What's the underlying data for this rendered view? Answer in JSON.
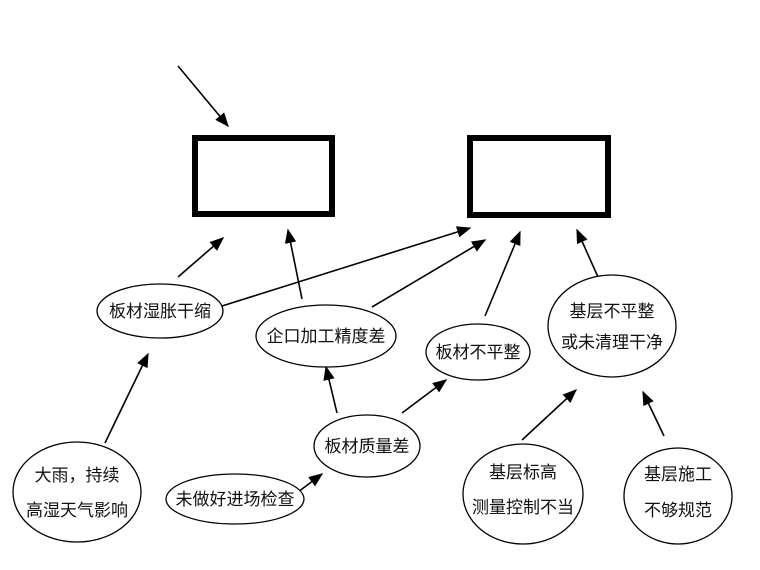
{
  "diagram": {
    "result_boxes": [
      "",
      ""
    ],
    "nodes": {
      "swelling": "板材湿胀干缩",
      "tongue_groove": "企口加工精度差",
      "board_uneven": "板材不平整",
      "base_uneven": [
        "基层不平整",
        "或未清理干净"
      ],
      "weather": [
        "大雨，持续",
        "高湿天气影响"
      ],
      "board_quality": "板材质量差",
      "no_inspection": "未做好进场检查",
      "elevation": [
        "基层标高",
        "测量控制不当"
      ],
      "construction": [
        "基层施工",
        "不够规范"
      ]
    },
    "colors": {
      "stroke": "#000000",
      "fill": "#ffffff",
      "text": "#111111"
    }
  }
}
